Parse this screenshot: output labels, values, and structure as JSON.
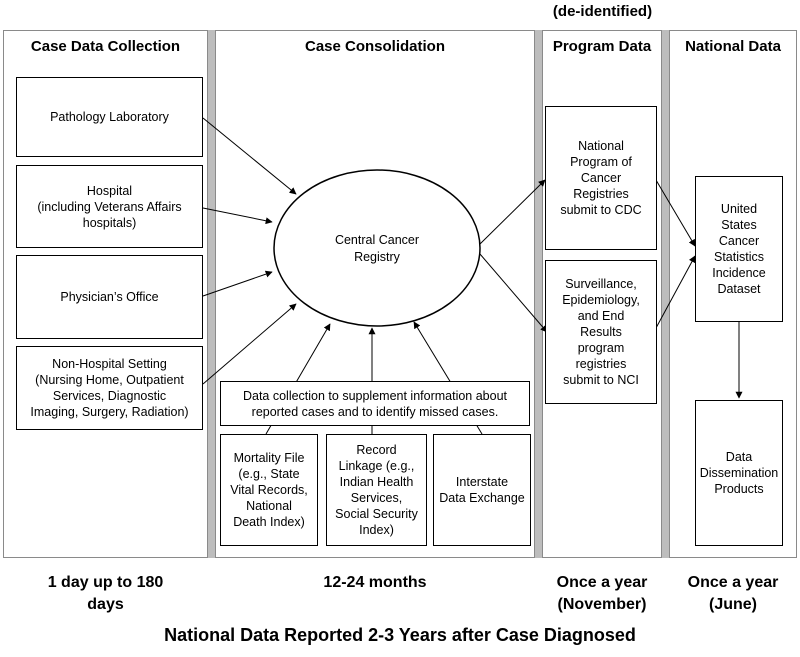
{
  "top_note": "(de-identified)",
  "columns": {
    "case_data_collection": "Case Data Collection",
    "case_consolidation": "Case Consolidation",
    "program_data": "Program Data",
    "national_data": "National Data"
  },
  "sources": {
    "pathology": "Pathology Laboratory",
    "hospital": "Hospital\n(including Veterans Affairs\nhospitals)",
    "physician": "Physician’s Office",
    "non_hospital": "Non-Hospital Setting\n(Nursing Home, Outpatient\nServices, Diagnostic\nImaging, Surgery, Radiation)"
  },
  "registry": "Central Cancer\nRegistry",
  "supplement": "Data collection to supplement information about\nreported cases and to identify missed cases.",
  "supplement_sources": {
    "mortality": "Mortality File\n(e.g., State\nVital Records,\nNational\nDeath Index)",
    "linkage": "Record\nLinkage (e.g.,\nIndian Health\nServices,\nSocial Security\nIndex)",
    "interstate": "Interstate\nData Exchange"
  },
  "program": {
    "npcr": "National\nProgram of\nCancer\nRegistries\nsubmit to CDC",
    "seer": "Surveillance,\nEpidemiology,\nand End\nResults\nprogram\nregistries\nsubmit to NCI"
  },
  "national": {
    "uscs": "United\nStates\nCancer\nStatistics\nIncidence\nDataset",
    "products": "Data\nDissemination\nProducts"
  },
  "timing": {
    "collection": "1 day up to 180\ndays",
    "consolidation": "12-24 months",
    "program": "Once a year\n(November)",
    "national": "Once a year\n(June)"
  },
  "footer": "National Data Reported 2-3 Years after Case Diagnosed"
}
